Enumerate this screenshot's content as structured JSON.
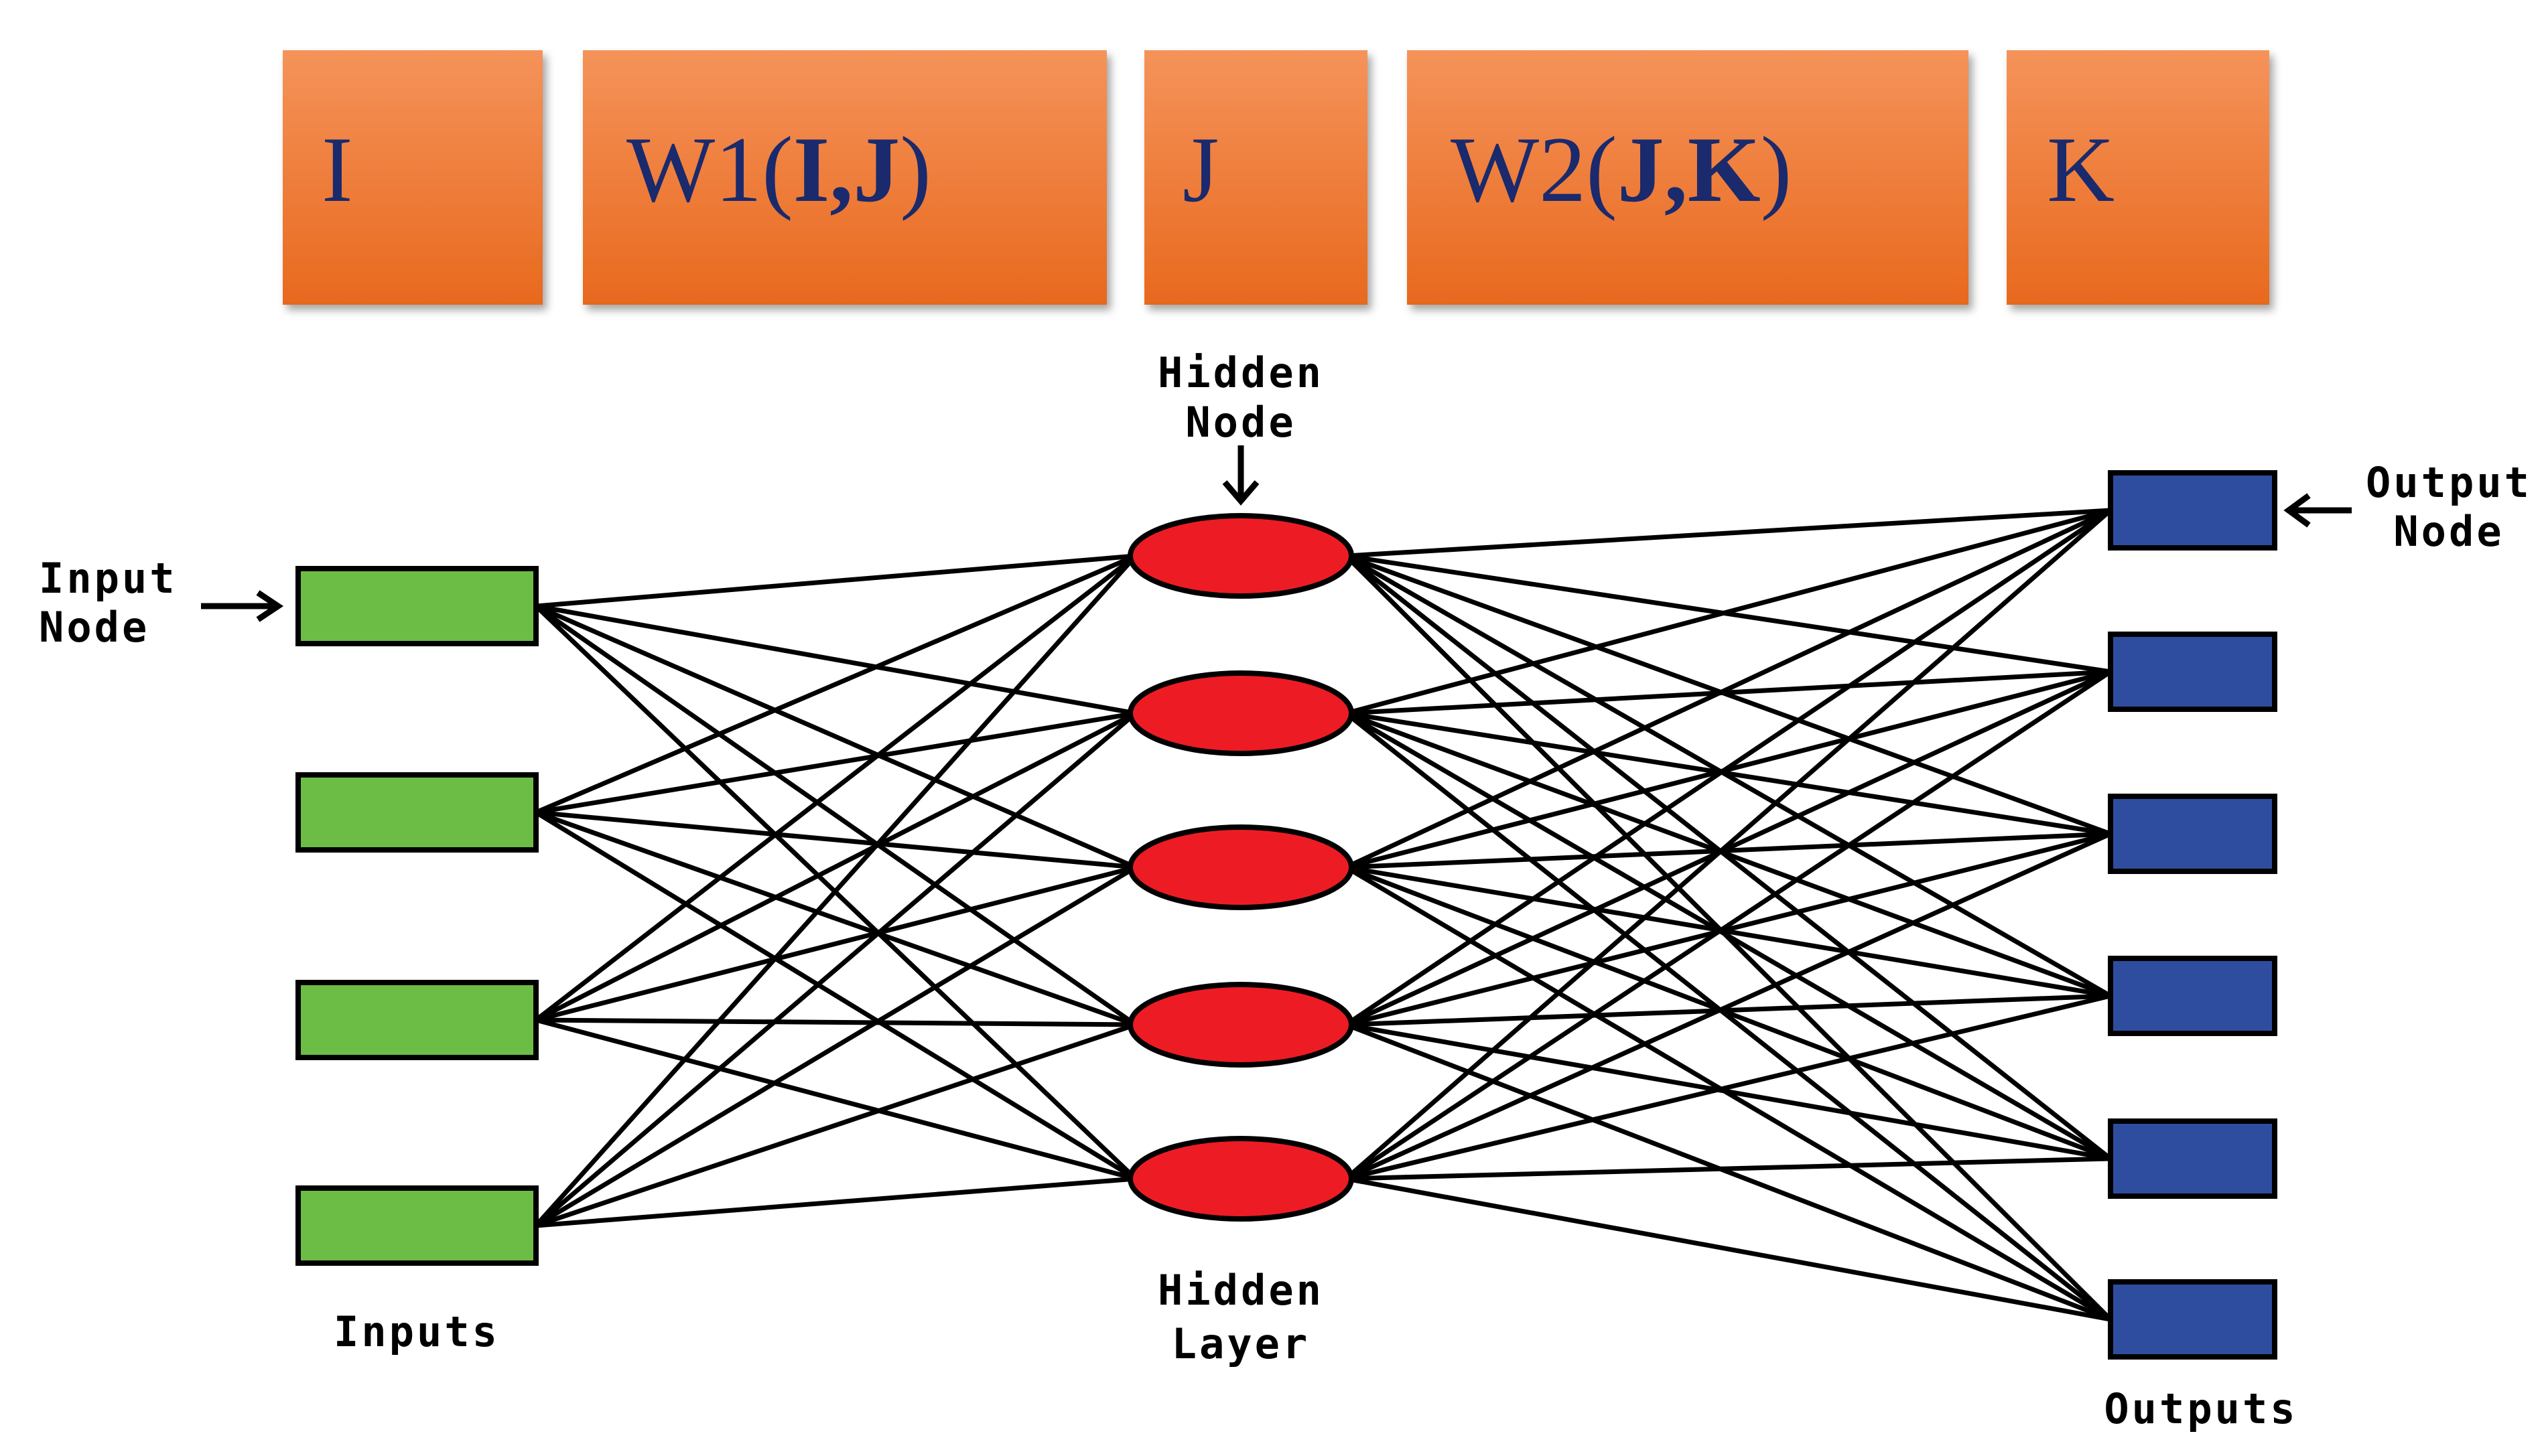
{
  "header_boxes": [
    {
      "parts": [
        {
          "text": "I",
          "bold": false
        }
      ]
    },
    {
      "parts": [
        {
          "text": "W1(",
          "bold": false
        },
        {
          "text": "I,J",
          "bold": true
        },
        {
          "text": ")",
          "bold": false
        }
      ]
    },
    {
      "parts": [
        {
          "text": "J",
          "bold": false
        }
      ]
    },
    {
      "parts": [
        {
          "text": "W2(",
          "bold": false
        },
        {
          "text": "J,K",
          "bold": true
        },
        {
          "text": ")",
          "bold": false
        }
      ]
    },
    {
      "parts": [
        {
          "text": "K",
          "bold": false
        }
      ]
    }
  ],
  "labels": {
    "input_node": [
      "Input",
      "Node"
    ],
    "hidden_node": [
      "Hidden",
      "Node"
    ],
    "output_node": [
      "Output",
      "Node"
    ],
    "inputs": "Inputs",
    "hidden_layer": [
      "Hidden",
      "Layer"
    ],
    "outputs": "Outputs"
  },
  "network": {
    "input_count": 4,
    "hidden_count": 5,
    "output_count": 6
  },
  "colors": {
    "box_fill_top": "#f5935a",
    "box_fill_bottom": "#e8691e",
    "box_text": "#1a2a6c",
    "input_node": "#6cbd45",
    "hidden_node": "#ed1c24",
    "output_node": "#2f4d9e",
    "edge": "#000000"
  }
}
